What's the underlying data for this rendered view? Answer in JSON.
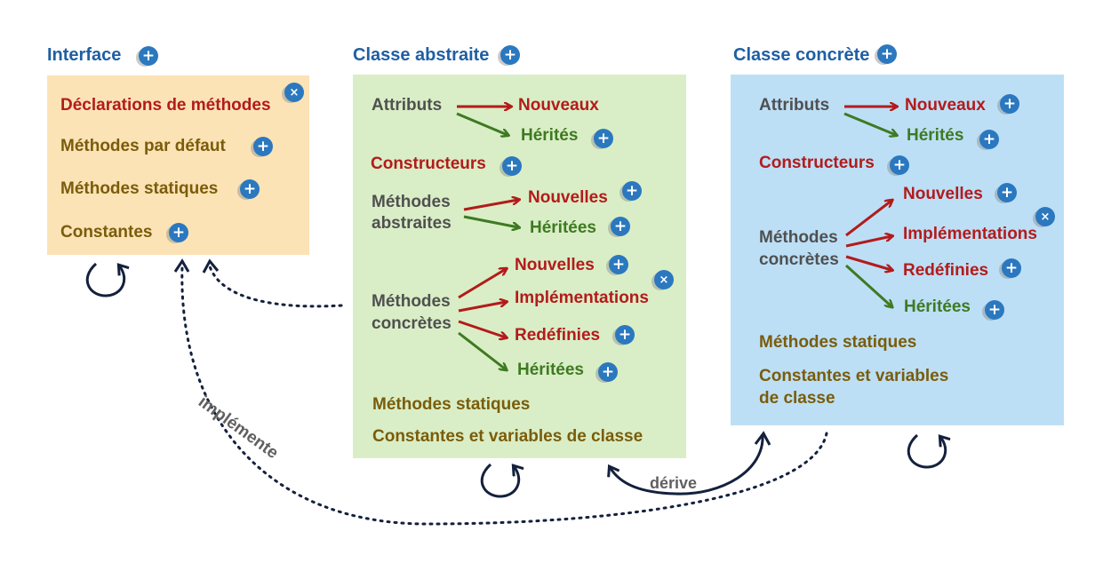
{
  "interface": {
    "title": "Interface",
    "items": [
      "Déclarations de méthodes",
      "Méthodes par défaut",
      "Méthodes statiques",
      "Constantes"
    ]
  },
  "abstraite": {
    "title": "Classe abstraite",
    "attributs": "Attributs",
    "nouveaux": "Nouveaux",
    "herites": "Hérités",
    "constructeurs": "Constructeurs",
    "methodes_abstraites_1": "Méthodes",
    "methodes_abstraites_2": "abstraites",
    "abs_nouvelles": "Nouvelles",
    "abs_heritees": "Héritées",
    "methodes_concretes_1": "Méthodes",
    "methodes_concretes_2": "concrètes",
    "conc_nouvelles": "Nouvelles",
    "conc_implementations": "Implémentations",
    "conc_redefinies": "Redéfinies",
    "conc_heritees": "Héritées",
    "methodes_statiques": "Méthodes statiques",
    "constantes": "Constantes et variables de classe"
  },
  "concrete": {
    "title": "Classe concrète",
    "attributs": "Attributs",
    "nouveaux": "Nouveaux",
    "herites": "Hérités",
    "constructeurs": "Constructeurs",
    "methodes_concretes_1": "Méthodes",
    "methodes_concretes_2": "concrètes",
    "conc_nouvelles": "Nouvelles",
    "conc_implementations": "Implémentations",
    "conc_redefinies": "Redéfinies",
    "conc_heritees": "Héritées",
    "methodes_statiques": "Méthodes statiques",
    "constantes_1": "Constantes et variables",
    "constantes_2": "de classe"
  },
  "links": {
    "implemente": "implémente",
    "derive": "dérive"
  },
  "badges": {
    "expand": "+",
    "collapse": "×"
  },
  "colors": {
    "interface_bg": "#fbe3b6",
    "abstraite_bg": "#d9eec6",
    "concrete_bg": "#bcdff6",
    "title_blue": "#1f5fa3",
    "red": "#b31b1b",
    "green": "#3e7a22",
    "olive": "#7a5c0a",
    "navy": "#14213d",
    "badge": "#2b78bf"
  }
}
